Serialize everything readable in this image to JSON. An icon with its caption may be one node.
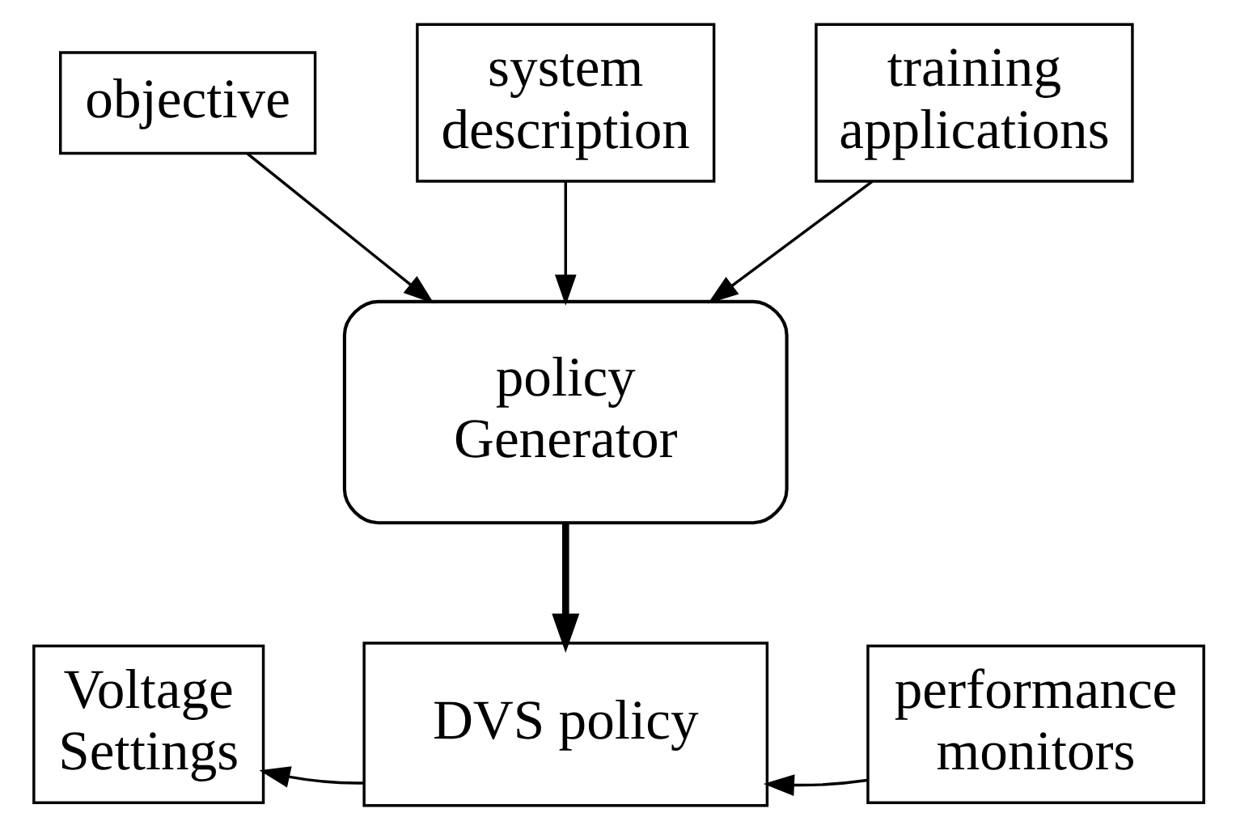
{
  "diagram": {
    "nodes": [
      {
        "text": [
          "system description"
        ]
      },
      {
        "text": [
          "objective"
        ]
      },
      {
        "text": [
          "training applications"
        ]
      },
      {
        "text": [
          "policy Generator"
        ]
      },
      {
        "text": [
          "Voltage Settings"
        ]
      },
      {
        "text": [
          "DVS policy"
        ]
      },
      {
        "text": [
          "performance monitors"
        ]
      }
    ],
    "edges": [
      {
        "from": 1,
        "to": 3,
        "arrow": "to"
      },
      {
        "from": 0,
        "to": 3,
        "arrow": "to"
      },
      {
        "from": 2,
        "to": 3,
        "arrow": "to"
      },
      {
        "from": 3,
        "to": 5,
        "arrow": "to",
        "style": "thick"
      },
      {
        "from": 5,
        "to": 4,
        "arrow": "to"
      },
      {
        "from": 6,
        "to": 5,
        "arrow": "to"
      }
    ]
  }
}
